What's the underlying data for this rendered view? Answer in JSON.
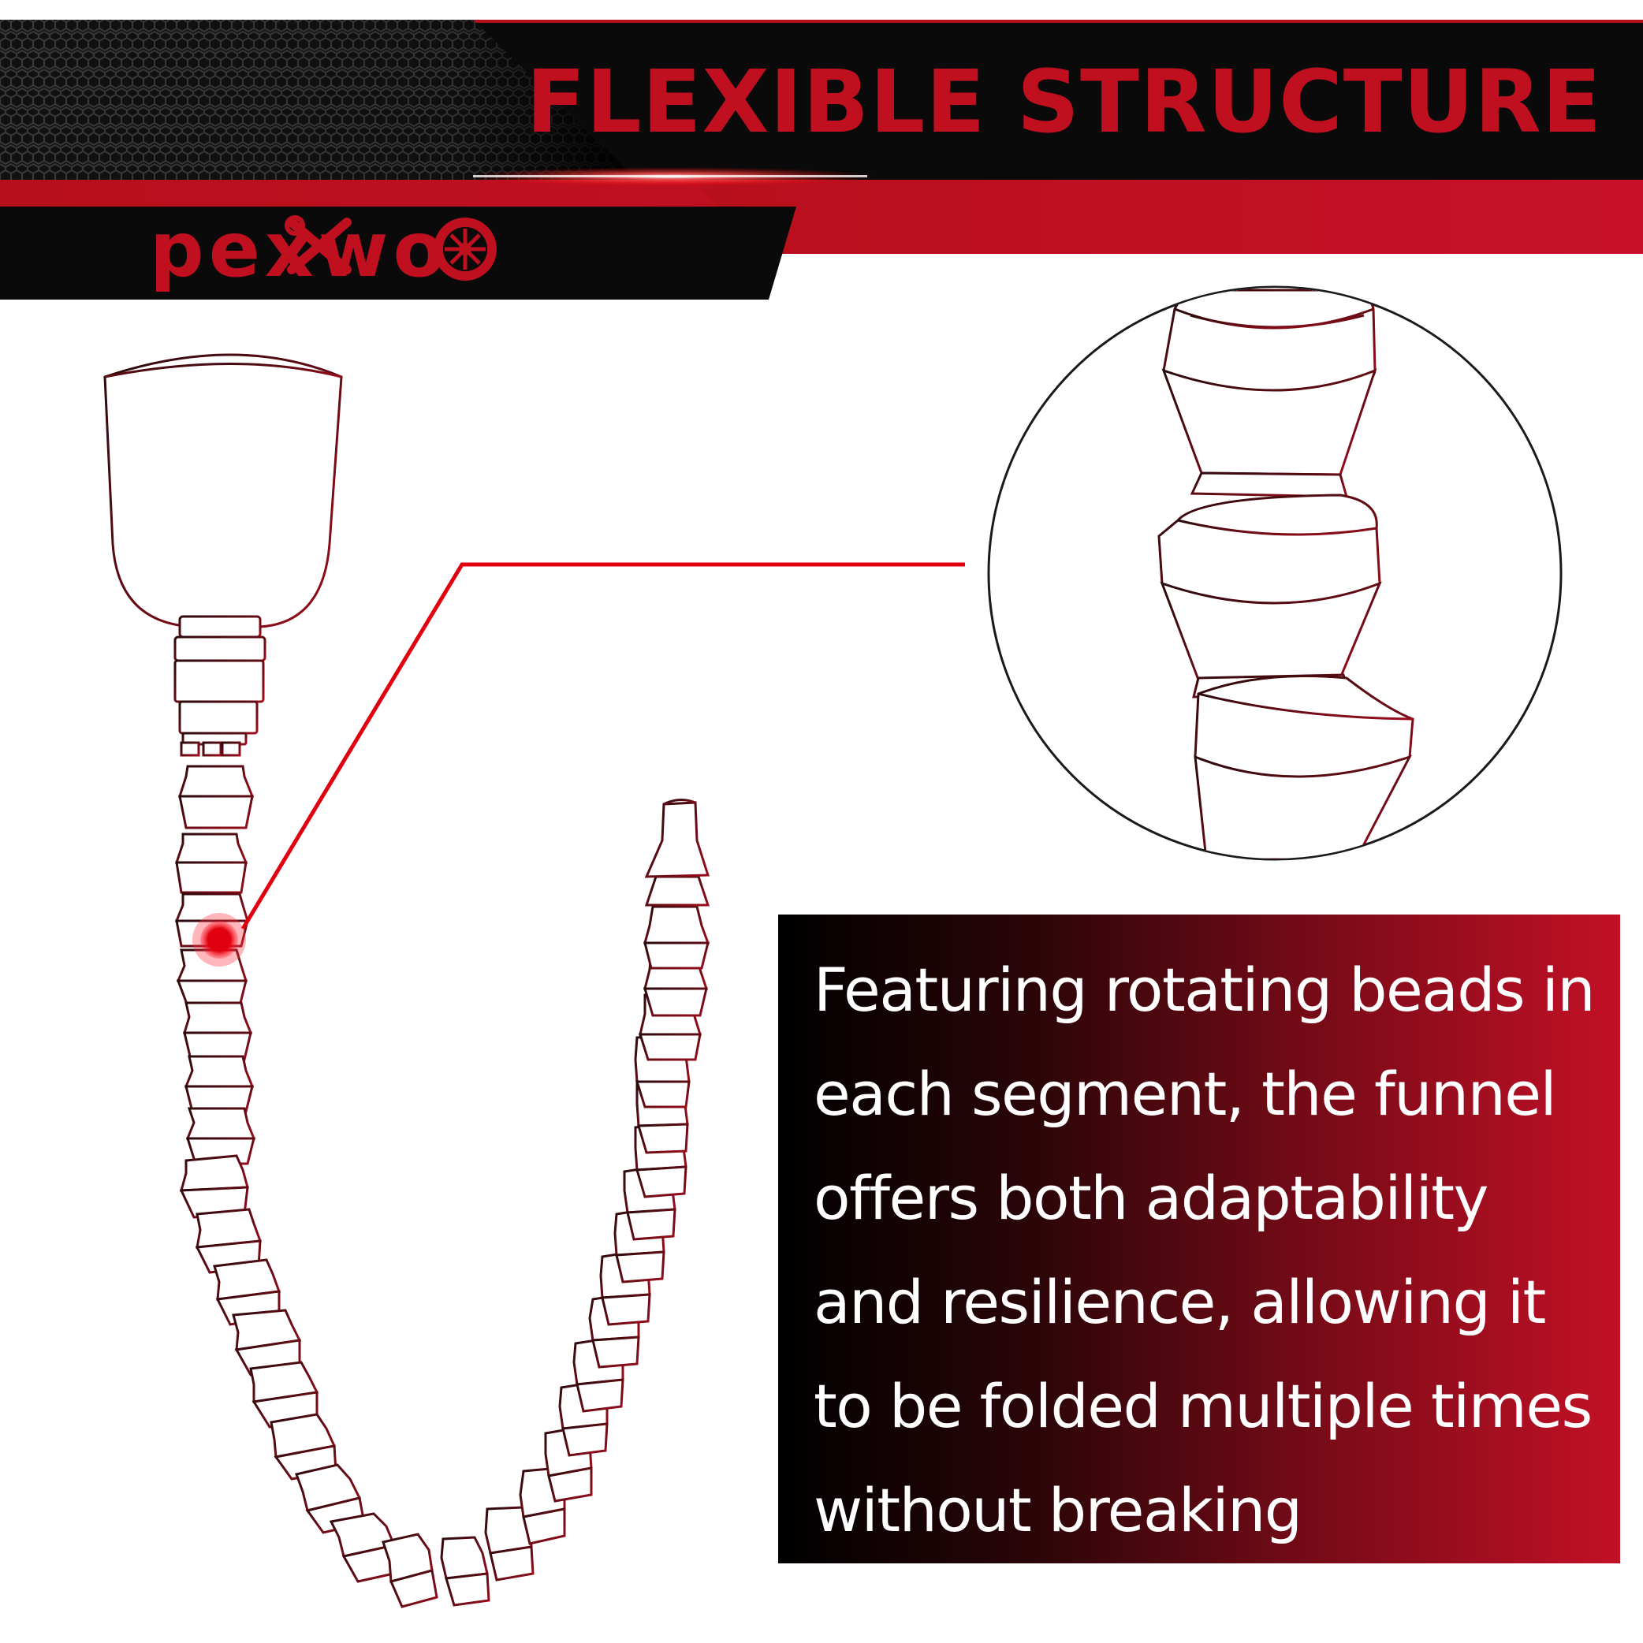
{
  "header": {
    "title": "FLEXIBLE STRUCTURE"
  },
  "brand": {
    "logo_text": "pexwo",
    "colors": {
      "primary_red": "#c0101f",
      "dark": "#0a0a0a",
      "white": "#ffffff"
    }
  },
  "description": {
    "text": "Featuring rotating beads in\neach segment, the funnel\noffers both adaptability\nand resilience, allowing it\nto be folded multiple times\nwithout breaking"
  },
  "illustration": {
    "subject": "flexible-funnel-hose-icon",
    "detail": "bead-segment-magnifier-icon"
  }
}
